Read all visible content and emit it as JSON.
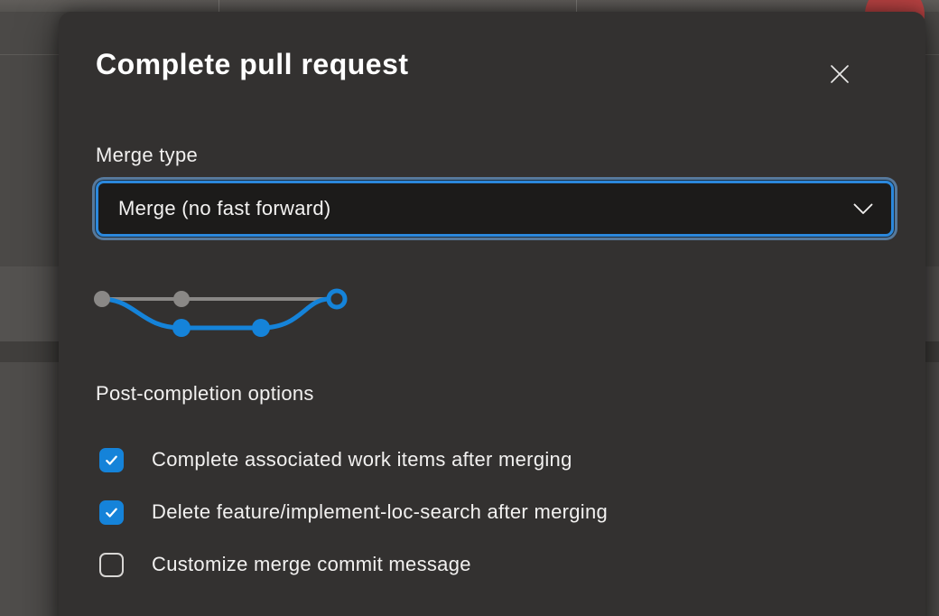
{
  "colors": {
    "accent_blue": "#1583d9",
    "graph_gray": "#8a8886",
    "avatar_red": "#b84242",
    "modal_bg": "#333130"
  },
  "dialog": {
    "title": "Complete pull request",
    "merge_type": {
      "label": "Merge type",
      "selected": "Merge (no fast forward)"
    },
    "post_completion": {
      "heading": "Post-completion options",
      "options": [
        {
          "label": "Complete associated work items after merging",
          "checked": true
        },
        {
          "label": "Delete feature/implement-loc-search after merging",
          "checked": true
        },
        {
          "label": "Customize merge commit message",
          "checked": false
        }
      ]
    }
  }
}
